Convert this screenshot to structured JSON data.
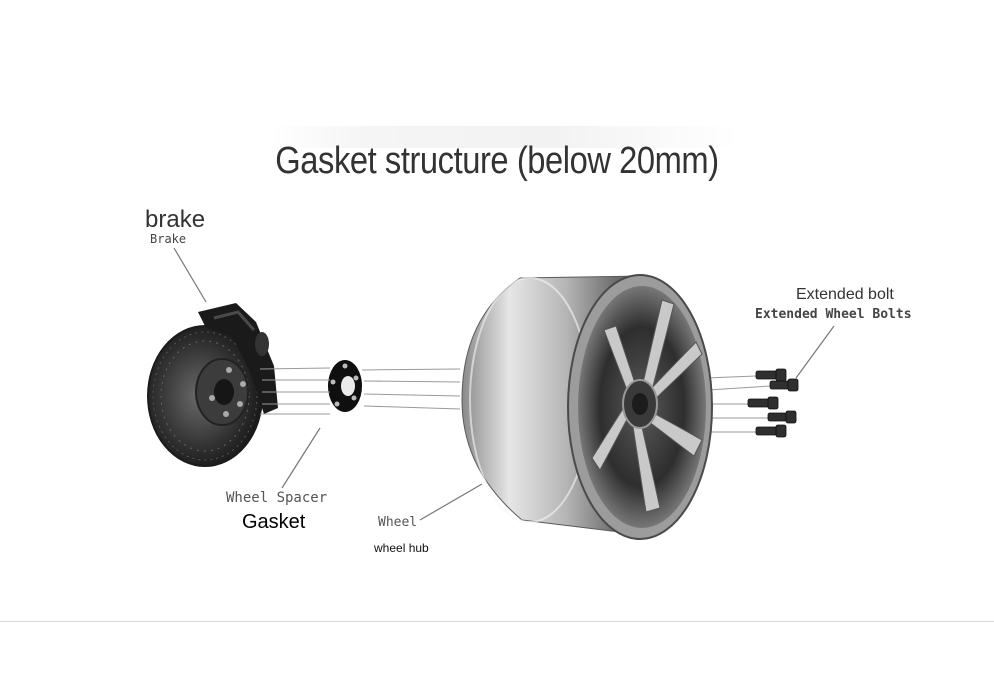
{
  "title": "Gasket structure (below 20mm)",
  "labels": {
    "brake_cn": "brake",
    "brake_en": "Brake",
    "bolt_cn": "Extended bolt",
    "bolt_en": "Extended Wheel Bolts",
    "spacer_en": "Wheel Spacer",
    "spacer_cn": "Gasket",
    "wheel_en": "Wheel",
    "wheel_cn": "wheel hub"
  },
  "colors": {
    "title": "#333333",
    "rim_light": "#d9d9d9",
    "rim_dark": "#3a3a3a",
    "spacer": "#151515"
  }
}
